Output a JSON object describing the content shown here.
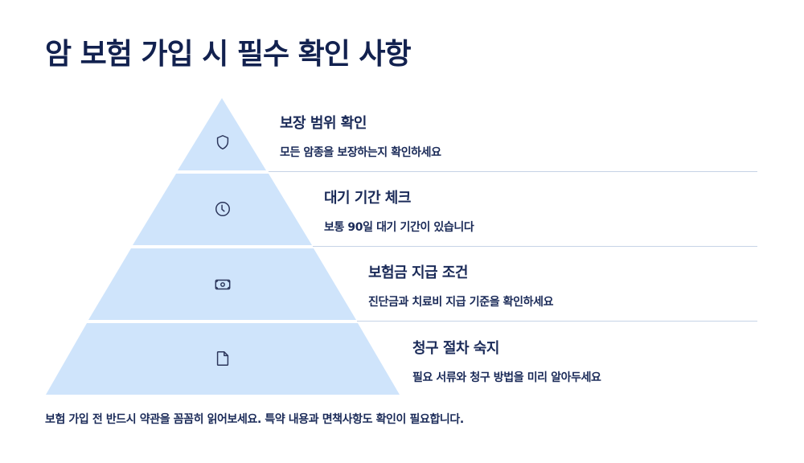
{
  "page": {
    "title": "암 보험 가입 시 필수 확인 사항",
    "footer_note": "보험 가입 전 반드시 약관을 꼼꼼히 읽어보세요. 특약 내용과 면책사항도 확인이 필요합니다."
  },
  "colors": {
    "segment_fill": "#cfe4fb",
    "text": "#1a2a58",
    "title": "#12214f",
    "divider": "#c6d3e6",
    "icon_stroke": "#2b355a"
  },
  "pyramid": {
    "levels": [
      {
        "icon": "shield-icon",
        "title": "보장 범위 확인",
        "description": "모든 암종을 보장하는지 확인하세요"
      },
      {
        "icon": "clock-icon",
        "title": "대기 기간 체크",
        "description": "보통 90일 대기 기간이 있습니다"
      },
      {
        "icon": "banknote-icon",
        "title": "보험금 지급 조건",
        "description": "진단금과 치료비 지급 기준을 확인하세요"
      },
      {
        "icon": "document-icon",
        "title": "청구 절차 숙지",
        "description": "필요 서류와 청구 방법을 미리 알아두세요"
      }
    ]
  }
}
